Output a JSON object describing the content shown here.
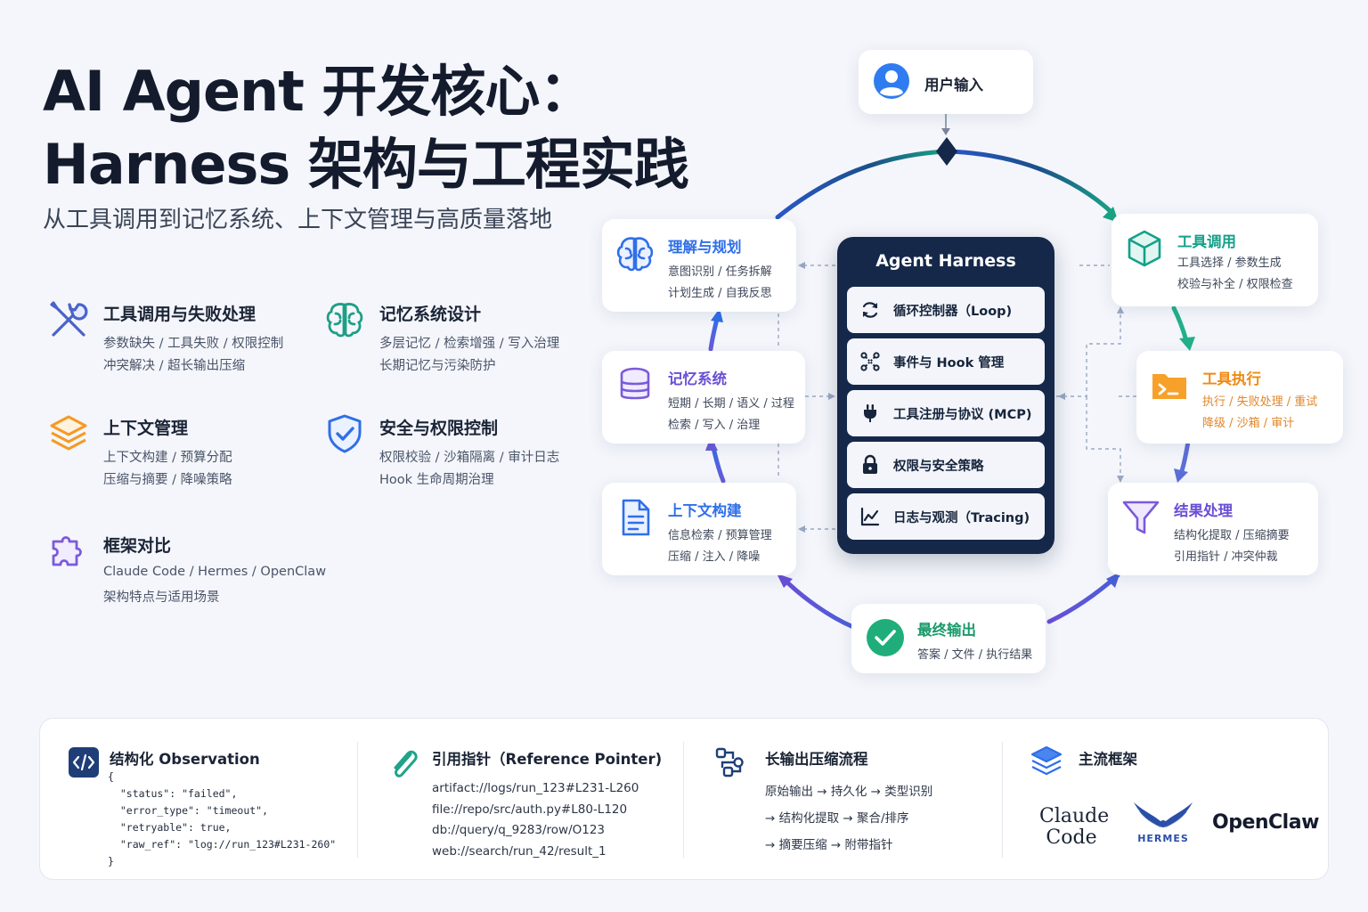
{
  "header": {
    "title_line1": "AI Agent 开发核心：",
    "title_line2": "Harness 架构与工程实践",
    "subtitle": "从工具调用到记忆系统、上下文管理与高质量落地"
  },
  "features": [
    {
      "title": "工具调用与失败处理",
      "line1": "参数缺失 / 工具失败 / 权限控制",
      "line2": "冲突解决 / 超长输出压缩",
      "icon": "wrench-screwdriver-icon"
    },
    {
      "title": "记忆系统设计",
      "line1": "多层记忆 / 检索增强 / 写入治理",
      "line2": "长期记忆与污染防护",
      "icon": "brain-icon"
    },
    {
      "title": "上下文管理",
      "line1": "上下文构建 / 预算分配",
      "line2": "压缩与摘要 / 降噪策略",
      "icon": "layers-icon"
    },
    {
      "title": "安全与权限控制",
      "line1": "权限校验 / 沙箱隔离 / 审计日志",
      "line2": "Hook 生命周期治理",
      "icon": "shield-check-icon"
    },
    {
      "title": "框架对比",
      "line1": "Claude Code / Hermes / OpenClaw",
      "line2": "架构特点与适用场景",
      "icon": "puzzle-icon"
    }
  ],
  "diagram": {
    "user_input": "用户输入",
    "harness_title": "Agent Harness",
    "harness_rows": [
      {
        "label": "循环控制器（Loop)",
        "icon": "refresh-icon"
      },
      {
        "label": "事件与 Hook 管理",
        "icon": "hook-graph-icon"
      },
      {
        "label": "工具注册与协议 (MCP)",
        "icon": "plug-icon"
      },
      {
        "label": "权限与安全策略",
        "icon": "lock-icon"
      },
      {
        "label": "日志与观测（Tracing)",
        "icon": "chart-icon"
      }
    ],
    "understand": {
      "title": "理解与规划",
      "line1": "意图识别 / 任务拆解",
      "line2": "计划生成 / 自我反思"
    },
    "memory": {
      "title": "记忆系统",
      "line1": "短期 / 长期 / 语义 / 过程",
      "line2": "检索 / 写入 / 治理"
    },
    "context": {
      "title": "上下文构建",
      "line1": "信息检索 / 预算管理",
      "line2": "压缩 / 注入 / 降噪"
    },
    "tool_call": {
      "title": "工具调用",
      "line1": "工具选择 / 参数生成",
      "line2": "校验与补全 / 权限检查"
    },
    "tool_exec": {
      "title": "工具执行",
      "line1": "执行 / 失败处理 / 重试",
      "line2": "降级 / 沙箱 / 审计"
    },
    "result": {
      "title": "结果处理",
      "line1": "结构化提取 / 压缩摘要",
      "line2": "引用指针 / 冲突仲裁"
    },
    "final": {
      "title": "最终输出",
      "line1": "答案 / 文件 / 执行结果"
    }
  },
  "bottom": {
    "observation": {
      "title": "结构化 Observation",
      "code": [
        "{",
        "  \"status\": \"failed\",",
        "  \"error_type\": \"timeout\",",
        "  \"retryable\": true,",
        "  \"raw_ref\": \"log://run_123#L231-260\"",
        "}"
      ]
    },
    "pointer": {
      "title": "引用指针（Reference Pointer)",
      "lines": [
        "artifact://logs/run_123#L231-L260",
        "file://repo/src/auth.py#L80-L120",
        "db://query/q_9283/row/O123",
        "web://search/run_42/result_1"
      ]
    },
    "compress": {
      "title": "长输出压缩流程",
      "lines": [
        "原始输出 → 持久化 → 类型识别",
        "→ 结构化提取 → 聚合/排序",
        "→ 摘要压缩 → 附带指针"
      ]
    },
    "frameworks": {
      "title": "主流框架",
      "claude_line1": "Claude",
      "claude_line2": "Code",
      "hermes": "HERMES",
      "openclaw": "OpenClaw"
    }
  },
  "colors": {
    "navy": "#16284a",
    "blue": "#2f6fe8",
    "teal": "#14a08a",
    "purple": "#6a4fd6",
    "orange": "#f59a23",
    "green": "#1fae7a"
  }
}
